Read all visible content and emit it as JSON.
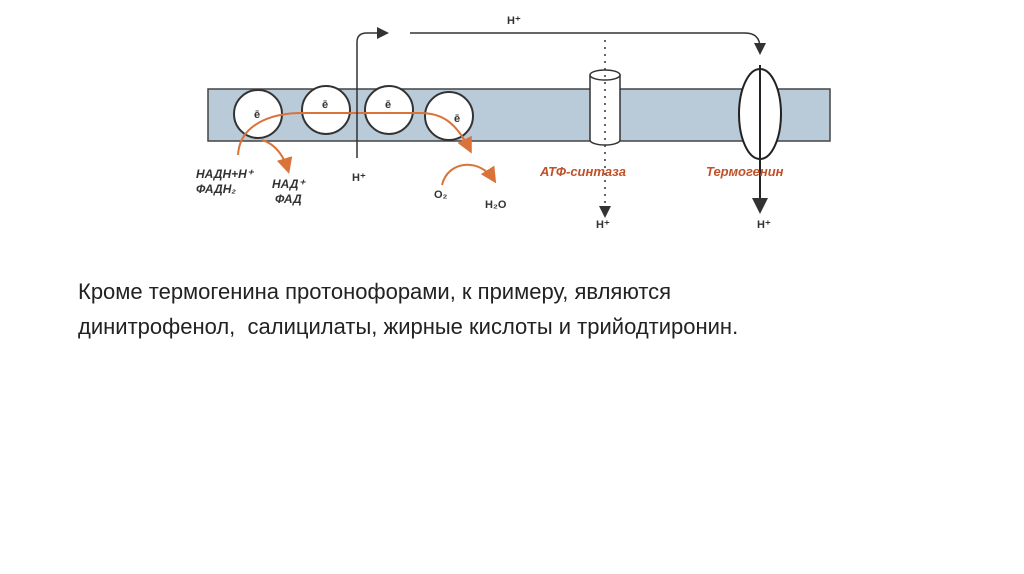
{
  "diagram": {
    "electron": "ē",
    "h_plus": "H⁺",
    "nadh": "НАДН+Н⁺",
    "fadh2": "ФАДН₂",
    "nad": "НАД⁺",
    "fad": "ФАД",
    "o2": "O₂",
    "h2o": "H₂O",
    "atp_synthase": "АТФ-синтаза",
    "thermogenin": "Термогенин",
    "accent_color": "#c0502a",
    "membrane_color": "#b9cad8"
  },
  "text": {
    "line1": "Кроме термогенина протонофорами, к примеру, являются",
    "line2": "динитрофенол,  салицилаты, жирные кислоты и трийодтиронин."
  }
}
